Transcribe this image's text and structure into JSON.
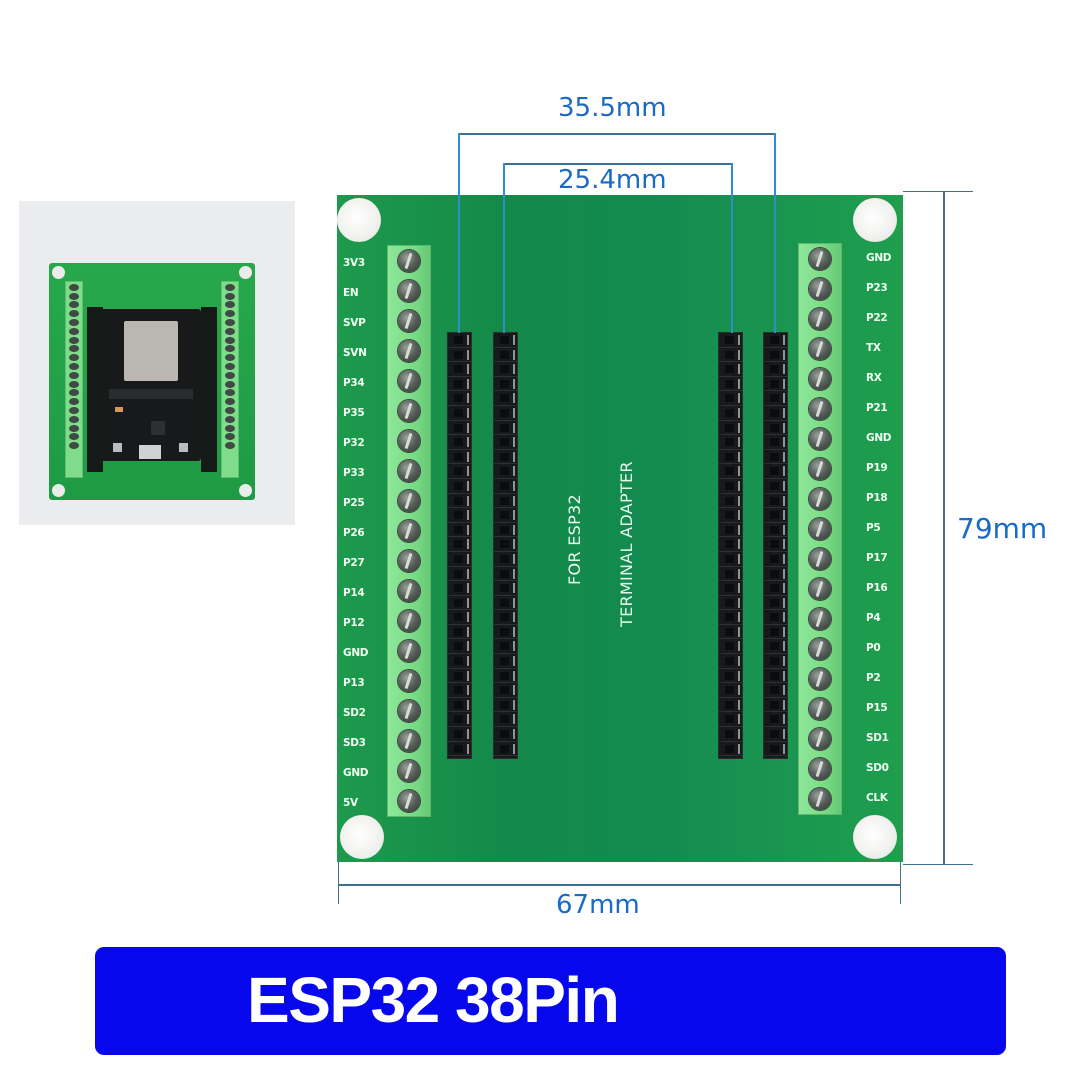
{
  "thumbnail": {
    "description": "ESP32 dev board mounted on terminal adapter",
    "left_pin_count": 19,
    "right_pin_count": 19
  },
  "board": {
    "silkscreen_line1": "FOR  ESP32",
    "silkscreen_line2": "TERMINAL  ADAPTER",
    "left_pins": [
      "3V3",
      "EN",
      "SVP",
      "SVN",
      "P34",
      "P35",
      "P32",
      "P33",
      "P25",
      "P26",
      "P27",
      "P14",
      "P12",
      "GND",
      "P13",
      "SD2",
      "SD3",
      "GND",
      "5V"
    ],
    "right_pins": [
      "GND",
      "P23",
      "P22",
      "TX",
      "RX",
      "P21",
      "GND",
      "P19",
      "P18",
      "P5",
      "P17",
      "P16",
      "P4",
      "P0",
      "P2",
      "P15",
      "SD1",
      "SD0",
      "CLK"
    ],
    "colors": {
      "pcb": "#17904c",
      "terminal": "#7fdc8a",
      "header": "#17191b"
    }
  },
  "dimensions": {
    "outer_header_span": "35.5mm",
    "inner_header_span": "25.4mm",
    "height": "79mm",
    "width": "67mm",
    "color": "#1a6ac8"
  },
  "banner": {
    "title": "ESP32 38Pin",
    "background": "#0707ee"
  }
}
